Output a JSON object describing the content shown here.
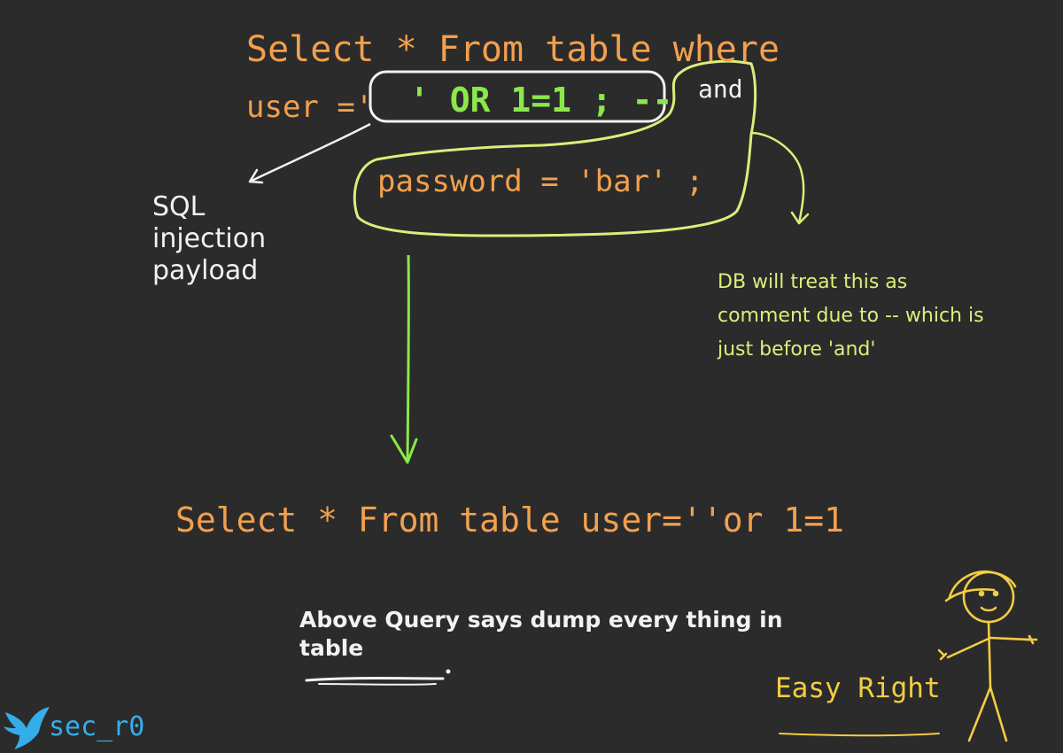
{
  "query": {
    "line1": "Select * From table where",
    "line2_prefix": "user ='",
    "payload": "' OR 1=1 ; --",
    "and_text": "and",
    "password_line": "password = 'bar' ;"
  },
  "annotations": {
    "sql_injection_label": "SQL injection payload",
    "db_note": "DB will treat this as comment due to -- which is just before 'and'"
  },
  "result_query": "Select * From table user=''or 1=1",
  "explanation": "Above Query says dump every thing in table",
  "easy_text": "Easy Right",
  "brand": {
    "handle": "sec_r0"
  },
  "colors": {
    "background": "#2b2b2b",
    "query_text": "#f2a04e",
    "payload_text": "#8ae84a",
    "comment_box": "#d9ef7a",
    "stick_figure": "#f3cd43",
    "brand": "#34aeea"
  }
}
